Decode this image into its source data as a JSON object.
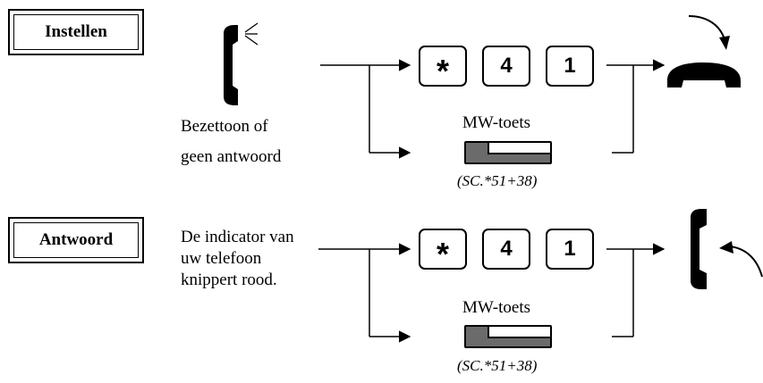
{
  "modes": {
    "set": {
      "label": "Instellen"
    },
    "answer": {
      "label": "Antwoord"
    }
  },
  "set_condition": {
    "line1": "Bezettoon of",
    "line2": "geen antwoord"
  },
  "answer_condition": {
    "line1": "De indicator van",
    "line2": "uw telefoon",
    "line3": "knippert rood."
  },
  "keys": {
    "star": "*",
    "four": "4",
    "one": "1"
  },
  "mw_button": {
    "label": "MW-toets",
    "code": "(SC.*51+38)"
  },
  "icons": {
    "busy_handset": "handset-busy-icon",
    "hangup": "handset-hangup-icon",
    "lift": "handset-lift-icon"
  }
}
